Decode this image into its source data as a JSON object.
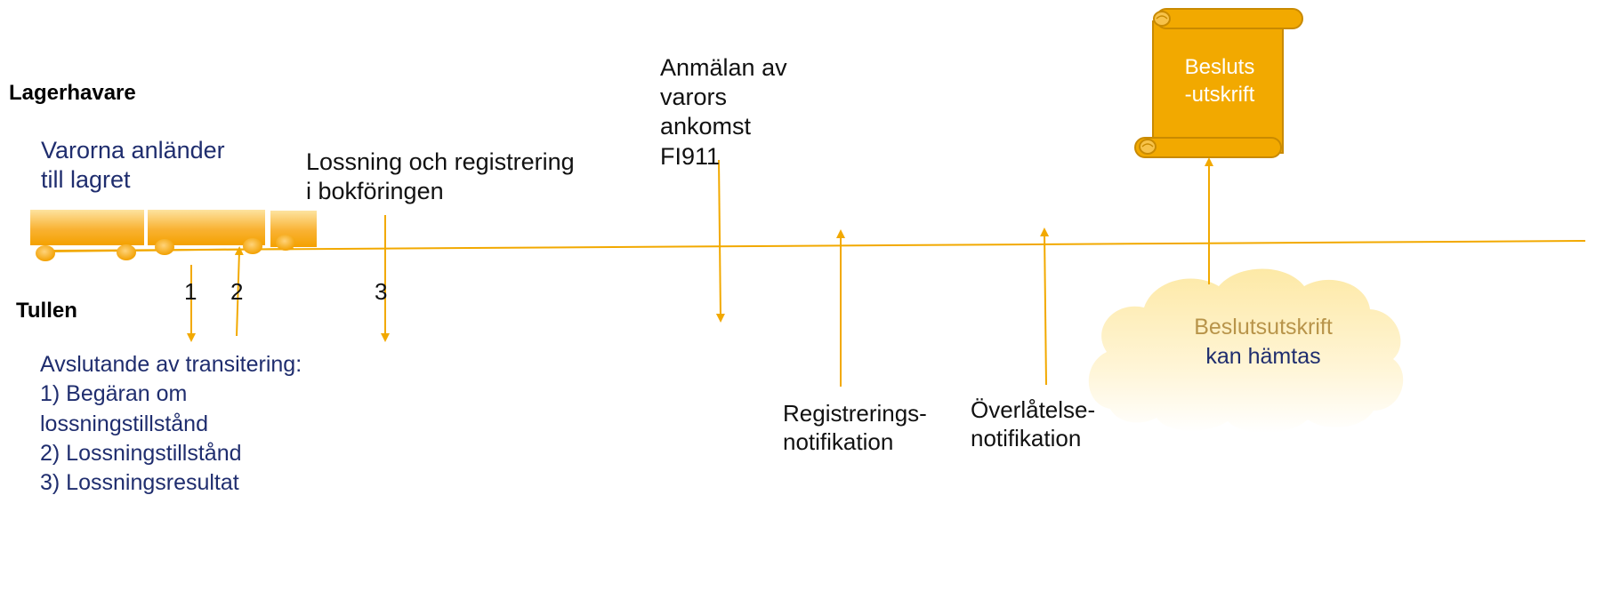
{
  "roles": {
    "top": "Lagerhavare",
    "bottom": "Tullen"
  },
  "arrive": {
    "line1": "Varorna anländer",
    "line2": "till lagret"
  },
  "unload": {
    "line1": "Lossning och registrering",
    "line2": "i bokföringen"
  },
  "notice": {
    "line1": "Anmälan av",
    "line2": "varors",
    "line3": "ankomst",
    "line4": "FI911"
  },
  "steps": {
    "n1": "1",
    "n2": "2",
    "n3": "3"
  },
  "transit": {
    "title": "Avslutande av transitering:",
    "item1a": "1) Begäran om",
    "item1b": "lossningstillstånd",
    "item2": "2) Lossningstillstånd",
    "item3": "3) Lossningsresultat"
  },
  "reg_notif": {
    "line1": "Registrerings-",
    "line2": "notifikation"
  },
  "transfer_notif": {
    "line1": "Överlåtelse-",
    "line2": "notifikation"
  },
  "scroll": {
    "line1": "Besluts",
    "line2": "-utskrift"
  },
  "cloud": {
    "line1": "Beslutsutskrift",
    "line2": "kan hämtas"
  },
  "colors": {
    "accent": "#f2a900",
    "truck": "#f9b233",
    "navy_text": "#1f2d6e",
    "cloud_title": "#b8944a"
  }
}
